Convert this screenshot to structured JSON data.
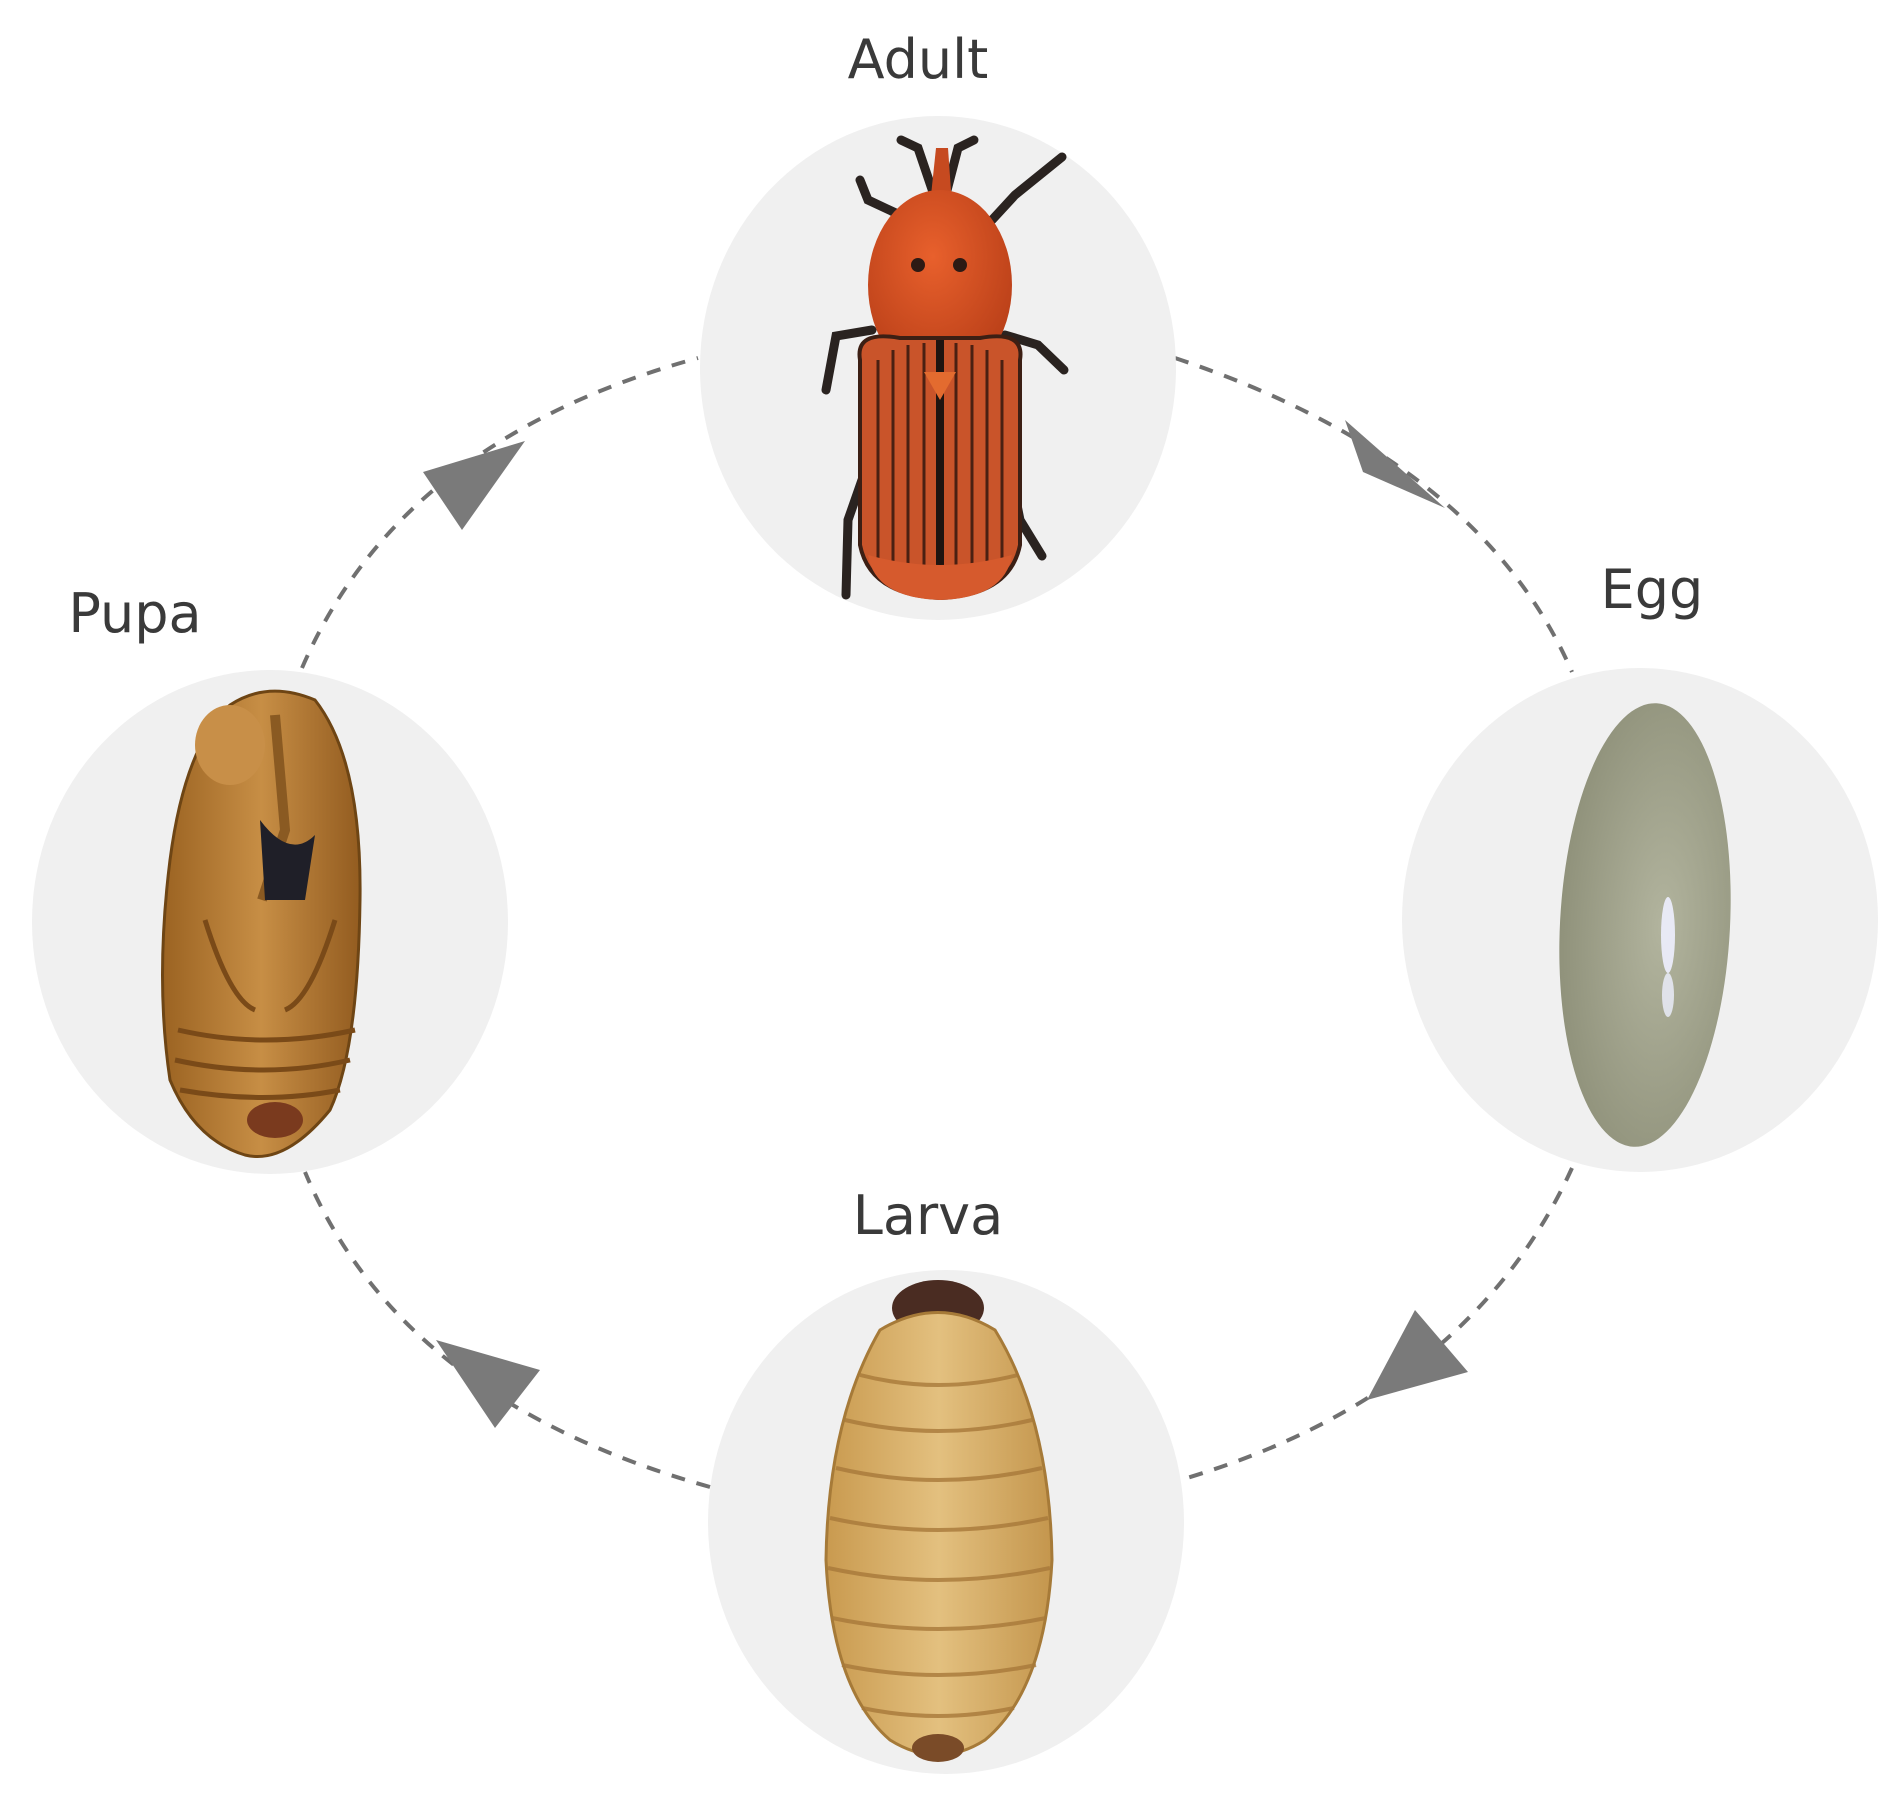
{
  "stages": [
    {
      "key": "adult",
      "label": "Adult",
      "icon": "adult-weevil-icon"
    },
    {
      "key": "egg",
      "label": "Egg",
      "icon": "egg-icon"
    },
    {
      "key": "larva",
      "label": "Larva",
      "icon": "larva-grub-icon"
    },
    {
      "key": "pupa",
      "label": "Pupa",
      "icon": "pupa-icon"
    }
  ],
  "colors": {
    "disc": "#f0f0f0",
    "arrow": "#7a7a7a",
    "label": "#3a3a3a",
    "adult_body": "#cf4b1f",
    "egg": "#a3a58f",
    "larva": "#d9b36c",
    "pupa": "#b57d36"
  }
}
